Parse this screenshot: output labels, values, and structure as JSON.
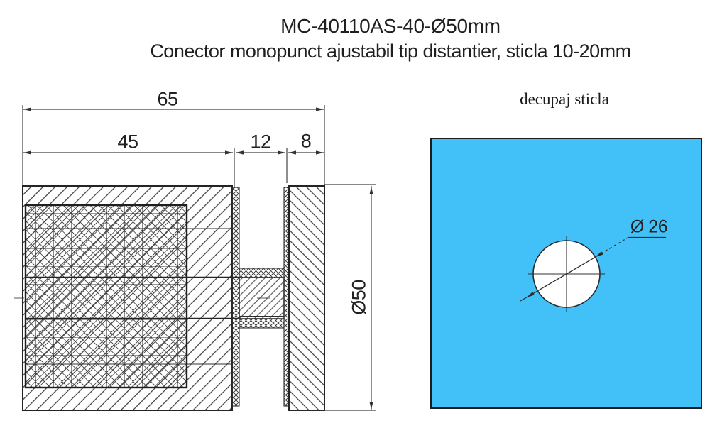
{
  "header": {
    "title": "MC-40110AS-40-Ø50mm",
    "subtitle": "Conector monopunct ajustabil tip distantier, sticla 10-20mm"
  },
  "front_view": {
    "dim_overall_length": "65",
    "dim_body_length": "45",
    "dim_adjust_gap": "12",
    "dim_plate_thickness": "8",
    "dim_outer_diameter": "Ø50"
  },
  "glass_cutout_view": {
    "caption": "decupaj sticla",
    "dim_hole_diameter": "Ø 26",
    "glass_color": "#41C1F7",
    "line_color": "#2b2b2b"
  }
}
